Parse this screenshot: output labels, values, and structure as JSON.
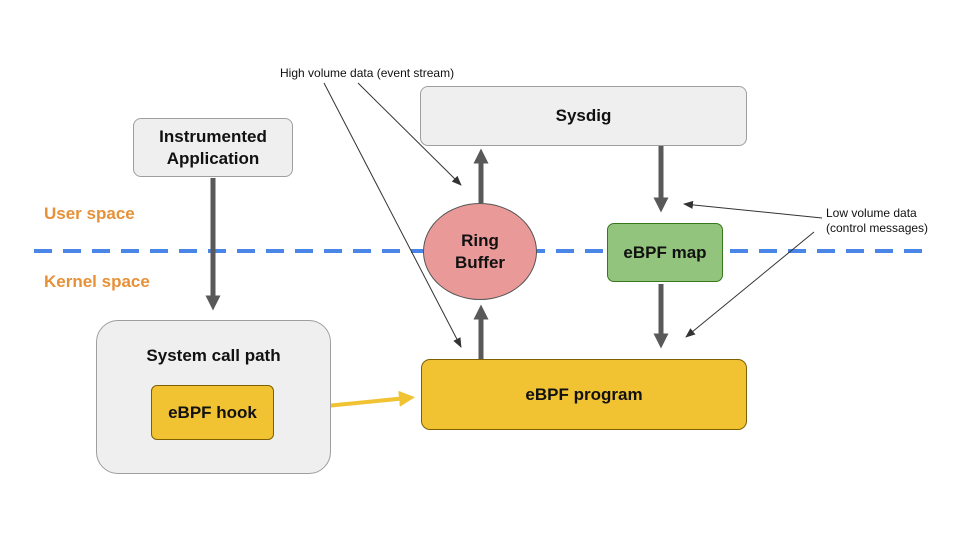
{
  "labels": {
    "user_space": "User space",
    "kernel_space": "Kernel space"
  },
  "nodes": {
    "instrumented_app": "Instrumented\nApplication",
    "sysdig": "Sysdig",
    "ring_buffer": "Ring\nBuffer",
    "ebpf_map": "eBPF map",
    "system_call_path": "System call path",
    "ebpf_hook": "eBPF hook",
    "ebpf_program": "eBPF program"
  },
  "annotations": {
    "high_volume": "High volume data (event stream)",
    "low_volume": "Low volume data\n(control messages)"
  },
  "colors": {
    "boundary": "#4a86e8",
    "arrow": "#595959",
    "hook_arrow": "#f1c232",
    "space_label": "#e69138"
  }
}
